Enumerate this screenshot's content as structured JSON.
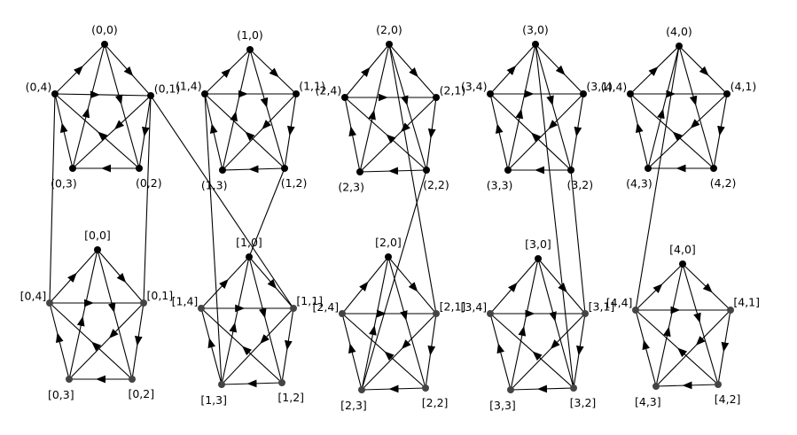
{
  "top_labels_template": "({g},{v})",
  "bottom_labels_template": "[{g},{v}]",
  "groups": [
    0,
    1,
    2,
    3,
    4
  ],
  "vertices": [
    0,
    1,
    2,
    3,
    4
  ],
  "top_labels": [
    [
      "(0,0)",
      "(0,1)",
      "(0,2)",
      "(0,3)",
      "(0,4)"
    ],
    [
      "(1,0)",
      "(1,1)",
      "(1,2)",
      "(1,3)",
      "(1,4)"
    ],
    [
      "(2,0)",
      "(2,1)",
      "(2,2)",
      "(2,3)",
      "(2,4)"
    ],
    [
      "(3,0)",
      "(3,1)",
      "(3,2)",
      "(3,3)",
      "(3,4)"
    ],
    [
      "(4,0)",
      "(4,1)",
      "(4,2)",
      "(4,3)",
      "(4,4)"
    ]
  ],
  "bottom_labels": [
    [
      "[0,0]",
      "[0,1]",
      "[0,2]",
      "[0,3]",
      "[0,4]"
    ],
    [
      "[1,0]",
      "[1,1]",
      "[1,2]",
      "[1,3]",
      "[1,4]"
    ],
    [
      "[2,0]",
      "[2,1]",
      "[2,2]",
      "[2,3]",
      "[2,4]"
    ],
    [
      "[3,0]",
      "[3,1]",
      "[3,2]",
      "[3,3]",
      "[3,4]"
    ],
    [
      "[4,0]",
      "[4,1]",
      "[4,2]",
      "[4,3]",
      "[4,4]"
    ]
  ],
  "colors": {
    "edge": "#000000",
    "node": "#000000",
    "node_gray": "#444444",
    "background": "#ffffff"
  }
}
